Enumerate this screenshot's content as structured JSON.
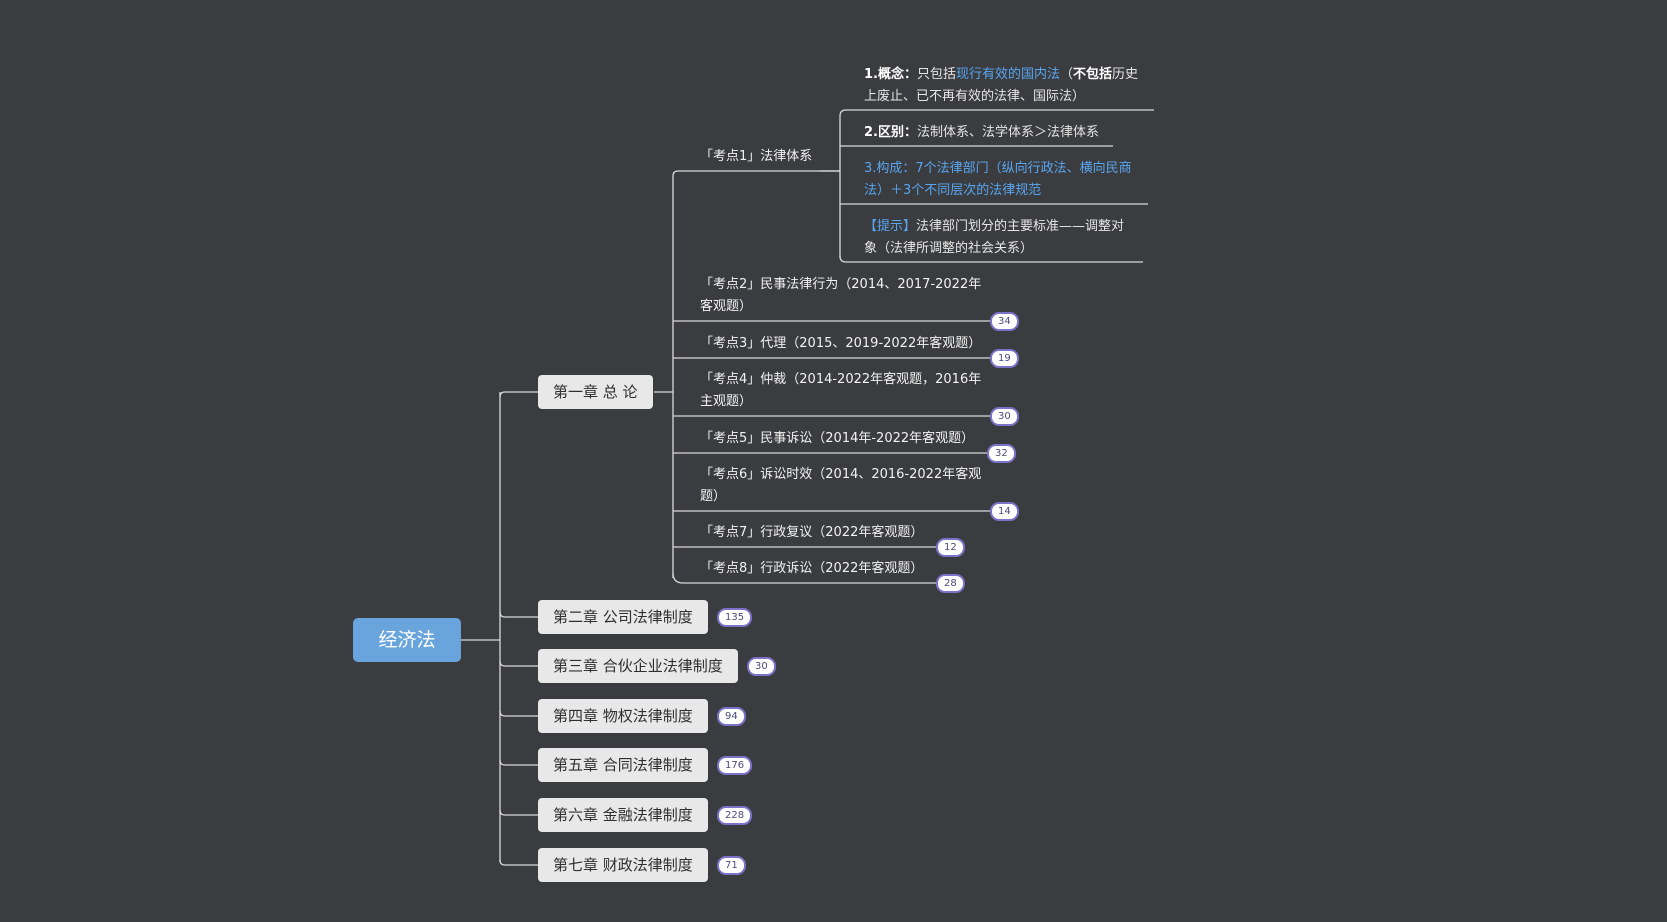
{
  "root": {
    "label": "经济法"
  },
  "chapter1": {
    "label": "第一章 总 论",
    "topic1": {
      "label": "「考点1」法律体系",
      "d1": {
        "prefix": "1.概念：",
        "pre": "只包括",
        "highlight": "现行有效的国内法",
        "open": "（",
        "bold": "不包括",
        "rest1": "历史",
        "line2": "上废止、已不再有效的法律、国际法）"
      },
      "d2": {
        "prefix": "2.区别：",
        "text": "法制体系、法学体系＞法律体系"
      },
      "d3": {
        "line1": "3.构成：7个法律部门（纵向行政法、横向民商",
        "line2": "法）＋3个不同层次的法律规范"
      },
      "d4": {
        "tag": "【提示】",
        "line1": "法律部门划分的主要标准——调整对",
        "line2": "象（法律所调整的社会关系）"
      }
    },
    "topics": [
      {
        "line1": "「考点2」民事法律行为（2014、2017-2022年",
        "line2": "客观题）",
        "count": "34"
      },
      {
        "line1": "「考点3」代理（2015、2019-2022年客观题）",
        "line2": "",
        "count": "19"
      },
      {
        "line1": "「考点4」仲裁（2014-2022年客观题，2016年",
        "line2": "主观题）",
        "count": "30"
      },
      {
        "line1": "「考点5」民事诉讼（2014年-2022年客观题）",
        "line2": "",
        "count": "32"
      },
      {
        "line1": "「考点6」诉讼时效（2014、2016-2022年客观",
        "line2": "题）",
        "count": "14"
      },
      {
        "line1": "「考点7」行政复议（2022年客观题）",
        "line2": "",
        "count": "12"
      },
      {
        "line1": "「考点8」行政诉讼（2022年客观题）",
        "line2": "",
        "count": "28"
      }
    ]
  },
  "chapters": [
    {
      "label": "第二章 公司法律制度",
      "count": "135"
    },
    {
      "label": "第三章 合伙企业法律制度",
      "count": "30"
    },
    {
      "label": "第四章 物权法律制度",
      "count": "94"
    },
    {
      "label": "第五章 合同法律制度",
      "count": "176"
    },
    {
      "label": "第六章 金融法律制度",
      "count": "228"
    },
    {
      "label": "第七章 财政法律制度",
      "count": "71"
    }
  ],
  "colors": {
    "background": "#3b3c3f",
    "root": "#69a5dc",
    "chapter": "#e8e8e8",
    "line": "#d9d9d9",
    "highlight": "#58a6f0",
    "badge_border": "#7b72c9"
  }
}
